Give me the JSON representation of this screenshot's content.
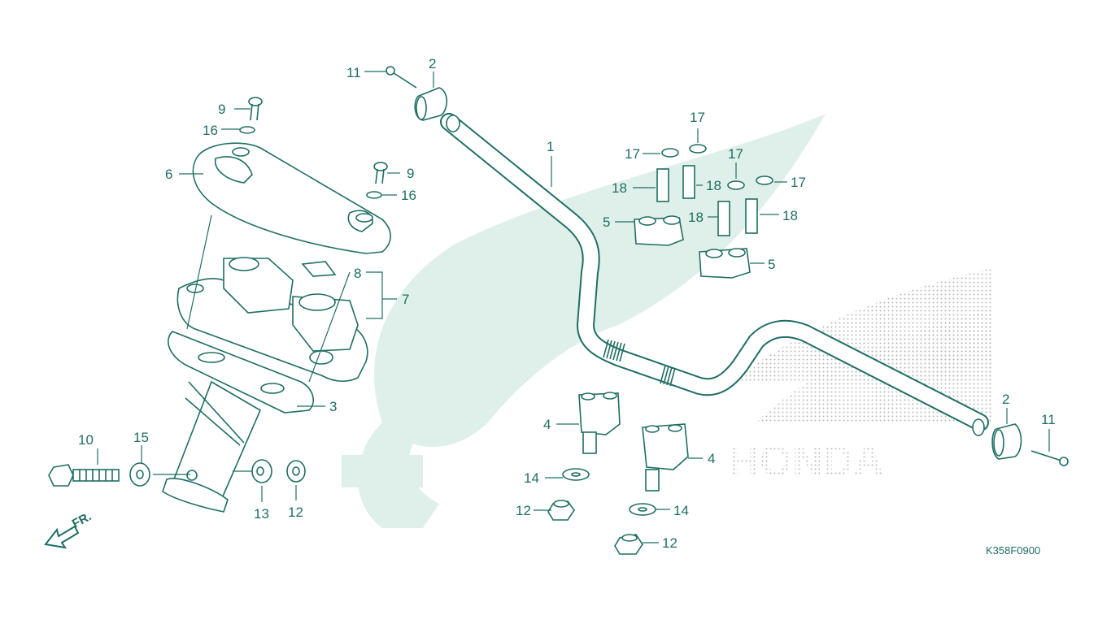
{
  "diagram": {
    "part_labels": [
      {
        "id": "p1",
        "text": "1"
      },
      {
        "id": "p2a",
        "text": "2"
      },
      {
        "id": "p2b",
        "text": "2"
      },
      {
        "id": "p3",
        "text": "3"
      },
      {
        "id": "p4a",
        "text": "4"
      },
      {
        "id": "p4b",
        "text": "4"
      },
      {
        "id": "p5a",
        "text": "5"
      },
      {
        "id": "p5b",
        "text": "5"
      },
      {
        "id": "p6",
        "text": "6"
      },
      {
        "id": "p7",
        "text": "7"
      },
      {
        "id": "p8",
        "text": "8"
      },
      {
        "id": "p9a",
        "text": "9"
      },
      {
        "id": "p9b",
        "text": "9"
      },
      {
        "id": "p10",
        "text": "10"
      },
      {
        "id": "p11a",
        "text": "11"
      },
      {
        "id": "p11b",
        "text": "11"
      },
      {
        "id": "p12a",
        "text": "12"
      },
      {
        "id": "p12b",
        "text": "12"
      },
      {
        "id": "p12c",
        "text": "12"
      },
      {
        "id": "p13",
        "text": "13"
      },
      {
        "id": "p14a",
        "text": "14"
      },
      {
        "id": "p14b",
        "text": "14"
      },
      {
        "id": "p15",
        "text": "15"
      },
      {
        "id": "p16a",
        "text": "16"
      },
      {
        "id": "p16b",
        "text": "16"
      },
      {
        "id": "p17a",
        "text": "17"
      },
      {
        "id": "p17b",
        "text": "17"
      },
      {
        "id": "p17c",
        "text": "17"
      },
      {
        "id": "p17d",
        "text": "17"
      },
      {
        "id": "p18a",
        "text": "18"
      },
      {
        "id": "p18b",
        "text": "18"
      },
      {
        "id": "p18c",
        "text": "18"
      },
      {
        "id": "p18d",
        "text": "18"
      }
    ],
    "direction_marker": "FR.",
    "figure_code": "K358F0900",
    "watermark_text": "HONDA",
    "colors": {
      "line": "#1f6e63",
      "watermark": "#dff0ea",
      "dots": "#bbbbbb"
    }
  }
}
